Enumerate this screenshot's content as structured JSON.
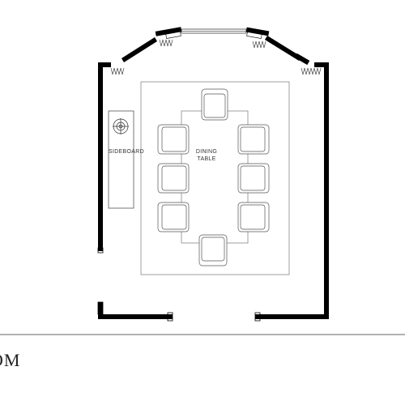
{
  "plan": {
    "labels": {
      "sideboard": "SIDEBOARD",
      "table_line1": "DINING",
      "table_line2": "TABLE"
    },
    "caption": "OM"
  }
}
